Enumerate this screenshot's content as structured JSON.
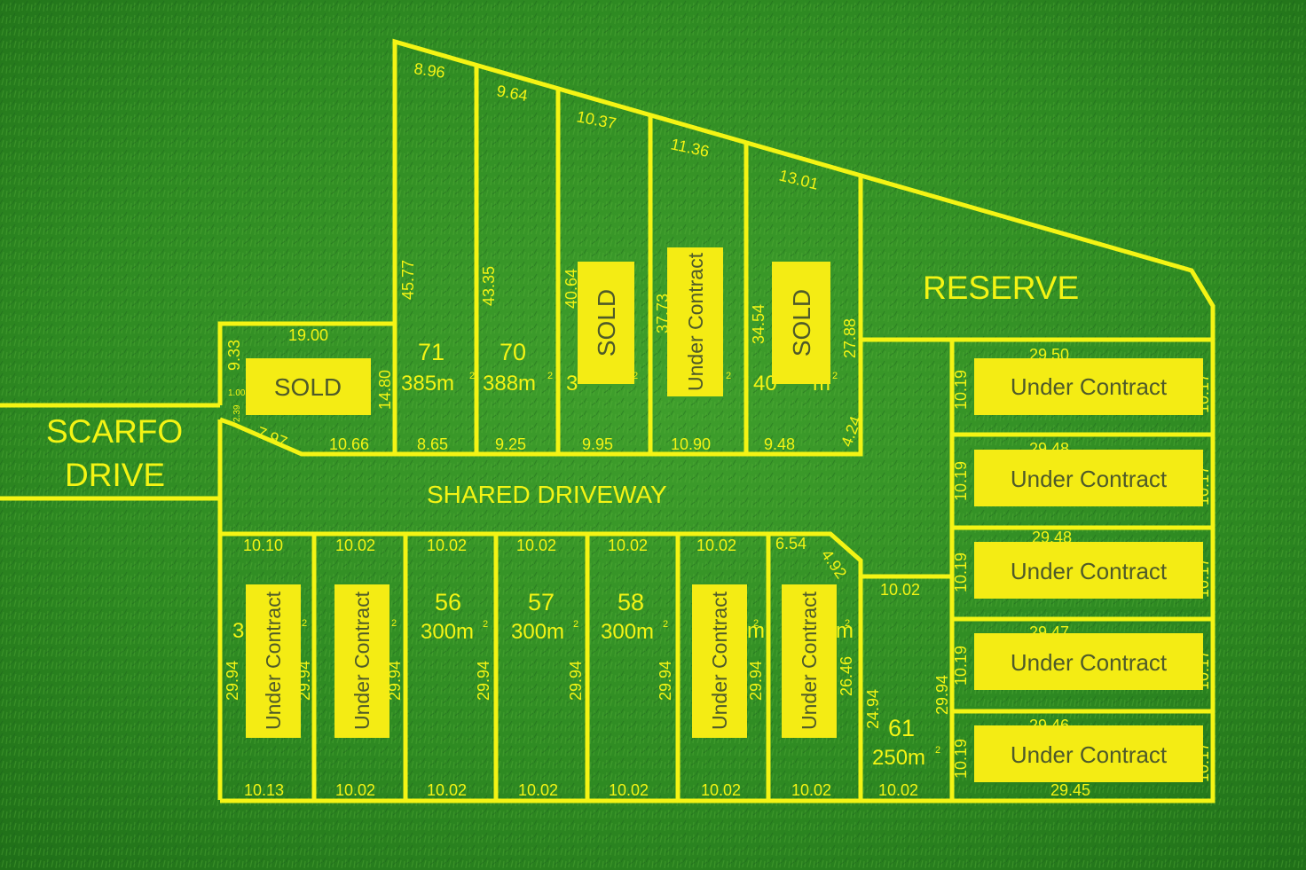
{
  "roads": {
    "street": [
      "SCARFO",
      "DRIVE"
    ],
    "driveway": "SHARED DRIVEWAY",
    "reserve": "RESERVE"
  },
  "lots": {
    "71": {
      "number": "71",
      "area": "385m",
      "area_sup": "2"
    },
    "70": {
      "number": "70",
      "area": "388m",
      "area_sup": "2"
    },
    "69": {
      "area_partial": "3",
      "area_sup": "2"
    },
    "68": {
      "area_sup": "2"
    },
    "67": {
      "area_partial": "40",
      "area_tail": "m",
      "area_sup": "2"
    },
    "54": {
      "area_partial": "3",
      "area_sup": "2"
    },
    "55": {
      "area_sup": "2"
    },
    "56": {
      "number": "56",
      "area": "300m",
      "area_sup": "2"
    },
    "57": {
      "number": "57",
      "area": "300m",
      "area_sup": "2"
    },
    "58": {
      "number": "58",
      "area": "300m",
      "area_sup": "2"
    },
    "59": {
      "area_tail": "m",
      "area_sup": "2"
    },
    "60": {
      "area_tail": "m",
      "area_sup": "2"
    },
    "61": {
      "number": "61",
      "area": "250m",
      "area_sup": "2"
    }
  },
  "status": {
    "sold": "SOLD",
    "under_contract": "Under Contract"
  },
  "dimensions": {
    "top_row": [
      "8.96",
      "9.64",
      "10.37",
      "11.36",
      "13.01"
    ],
    "north_sides": [
      "45.77",
      "43.35",
      "40.64",
      "37.73",
      "34.54",
      "27.88"
    ],
    "north_fronts": [
      "10.66",
      "8.65",
      "9.25",
      "9.95",
      "10.90",
      "9.48",
      "4.24"
    ],
    "corner_lot": [
      "19.00",
      "9.33",
      "1.00",
      "2.39",
      "7.97",
      "14.80"
    ],
    "south_tops": [
      "10.10",
      "10.02",
      "10.02",
      "10.02",
      "10.02",
      "10.02",
      "6.54",
      "4.92"
    ],
    "south_bottoms": [
      "10.13",
      "10.02",
      "10.02",
      "10.02",
      "10.02",
      "10.02",
      "10.02",
      "10.02"
    ],
    "south_sides": [
      "29.94",
      "29.94",
      "29.94",
      "29.94",
      "29.94",
      "29.94",
      "29.94",
      "26.46",
      "24.94",
      "29.94"
    ],
    "lot61": [
      "10.02"
    ],
    "east_widths": [
      "29.50",
      "29.48",
      "29.48",
      "29.47",
      "29.46",
      "29.45"
    ],
    "east_depths": [
      "10.19",
      "10.19",
      "10.19",
      "10.19",
      "10.19"
    ],
    "east_right_depths": [
      "10.17",
      "10.17",
      "10.17",
      "10.17",
      "10.17"
    ]
  },
  "colors": {
    "boundary": "#f4f414",
    "badge": "#f4ec14",
    "badge_text": "#4e5a2a",
    "grass": "#2f8a22"
  }
}
